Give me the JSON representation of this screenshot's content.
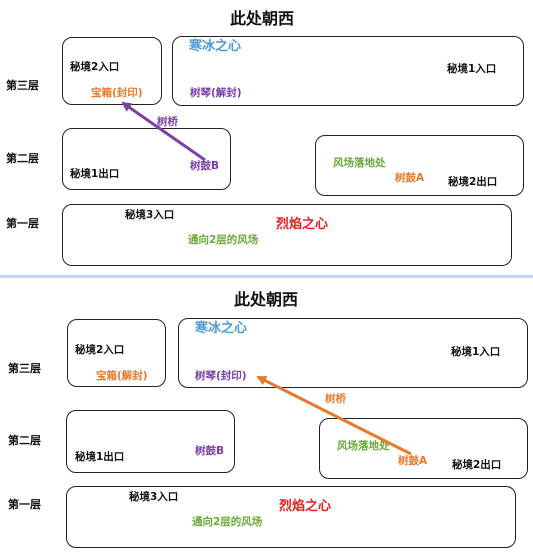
{
  "panels": [
    {
      "title": "此处朝西",
      "floors": [
        "第三层",
        "第二层",
        "第一层"
      ],
      "labels": {
        "secret2_entrance": "秘境2入口",
        "treasure": "宝箱(封印)",
        "ice_heart": "寒冰之心",
        "harp": "树琴(解封)",
        "secret1_entrance": "秘境1入口",
        "tree_bridge": "树桥",
        "drum_b": "树鼓B",
        "secret1_exit": "秘境1出口",
        "wind_landing": "风场落地处",
        "drum_a": "树鼓A",
        "secret2_exit": "秘境2出口",
        "secret3_entrance": "秘境3入口",
        "fire_heart": "烈焰之心",
        "wind_to_floor2": "通向2层的风场"
      },
      "colors": {
        "arrow": "#7b3fa8"
      }
    },
    {
      "title": "此处朝西",
      "floors": [
        "第三层",
        "第二层",
        "第一层"
      ],
      "labels": {
        "secret2_entrance": "秘境2入口",
        "treasure": "宝箱(解封)",
        "ice_heart": "寒冰之心",
        "harp": "树琴(封印)",
        "secret1_entrance": "秘境1入口",
        "tree_bridge": "树桥",
        "drum_b": "树鼓B",
        "secret1_exit": "秘境1出口",
        "wind_landing": "风场落地处",
        "drum_a": "树鼓A",
        "secret2_exit": "秘境2出口",
        "secret3_entrance": "秘境3入口",
        "fire_heart": "烈焰之心",
        "wind_to_floor2": "通向2层的风场"
      },
      "colors": {
        "arrow": "#e8792b"
      }
    }
  ]
}
